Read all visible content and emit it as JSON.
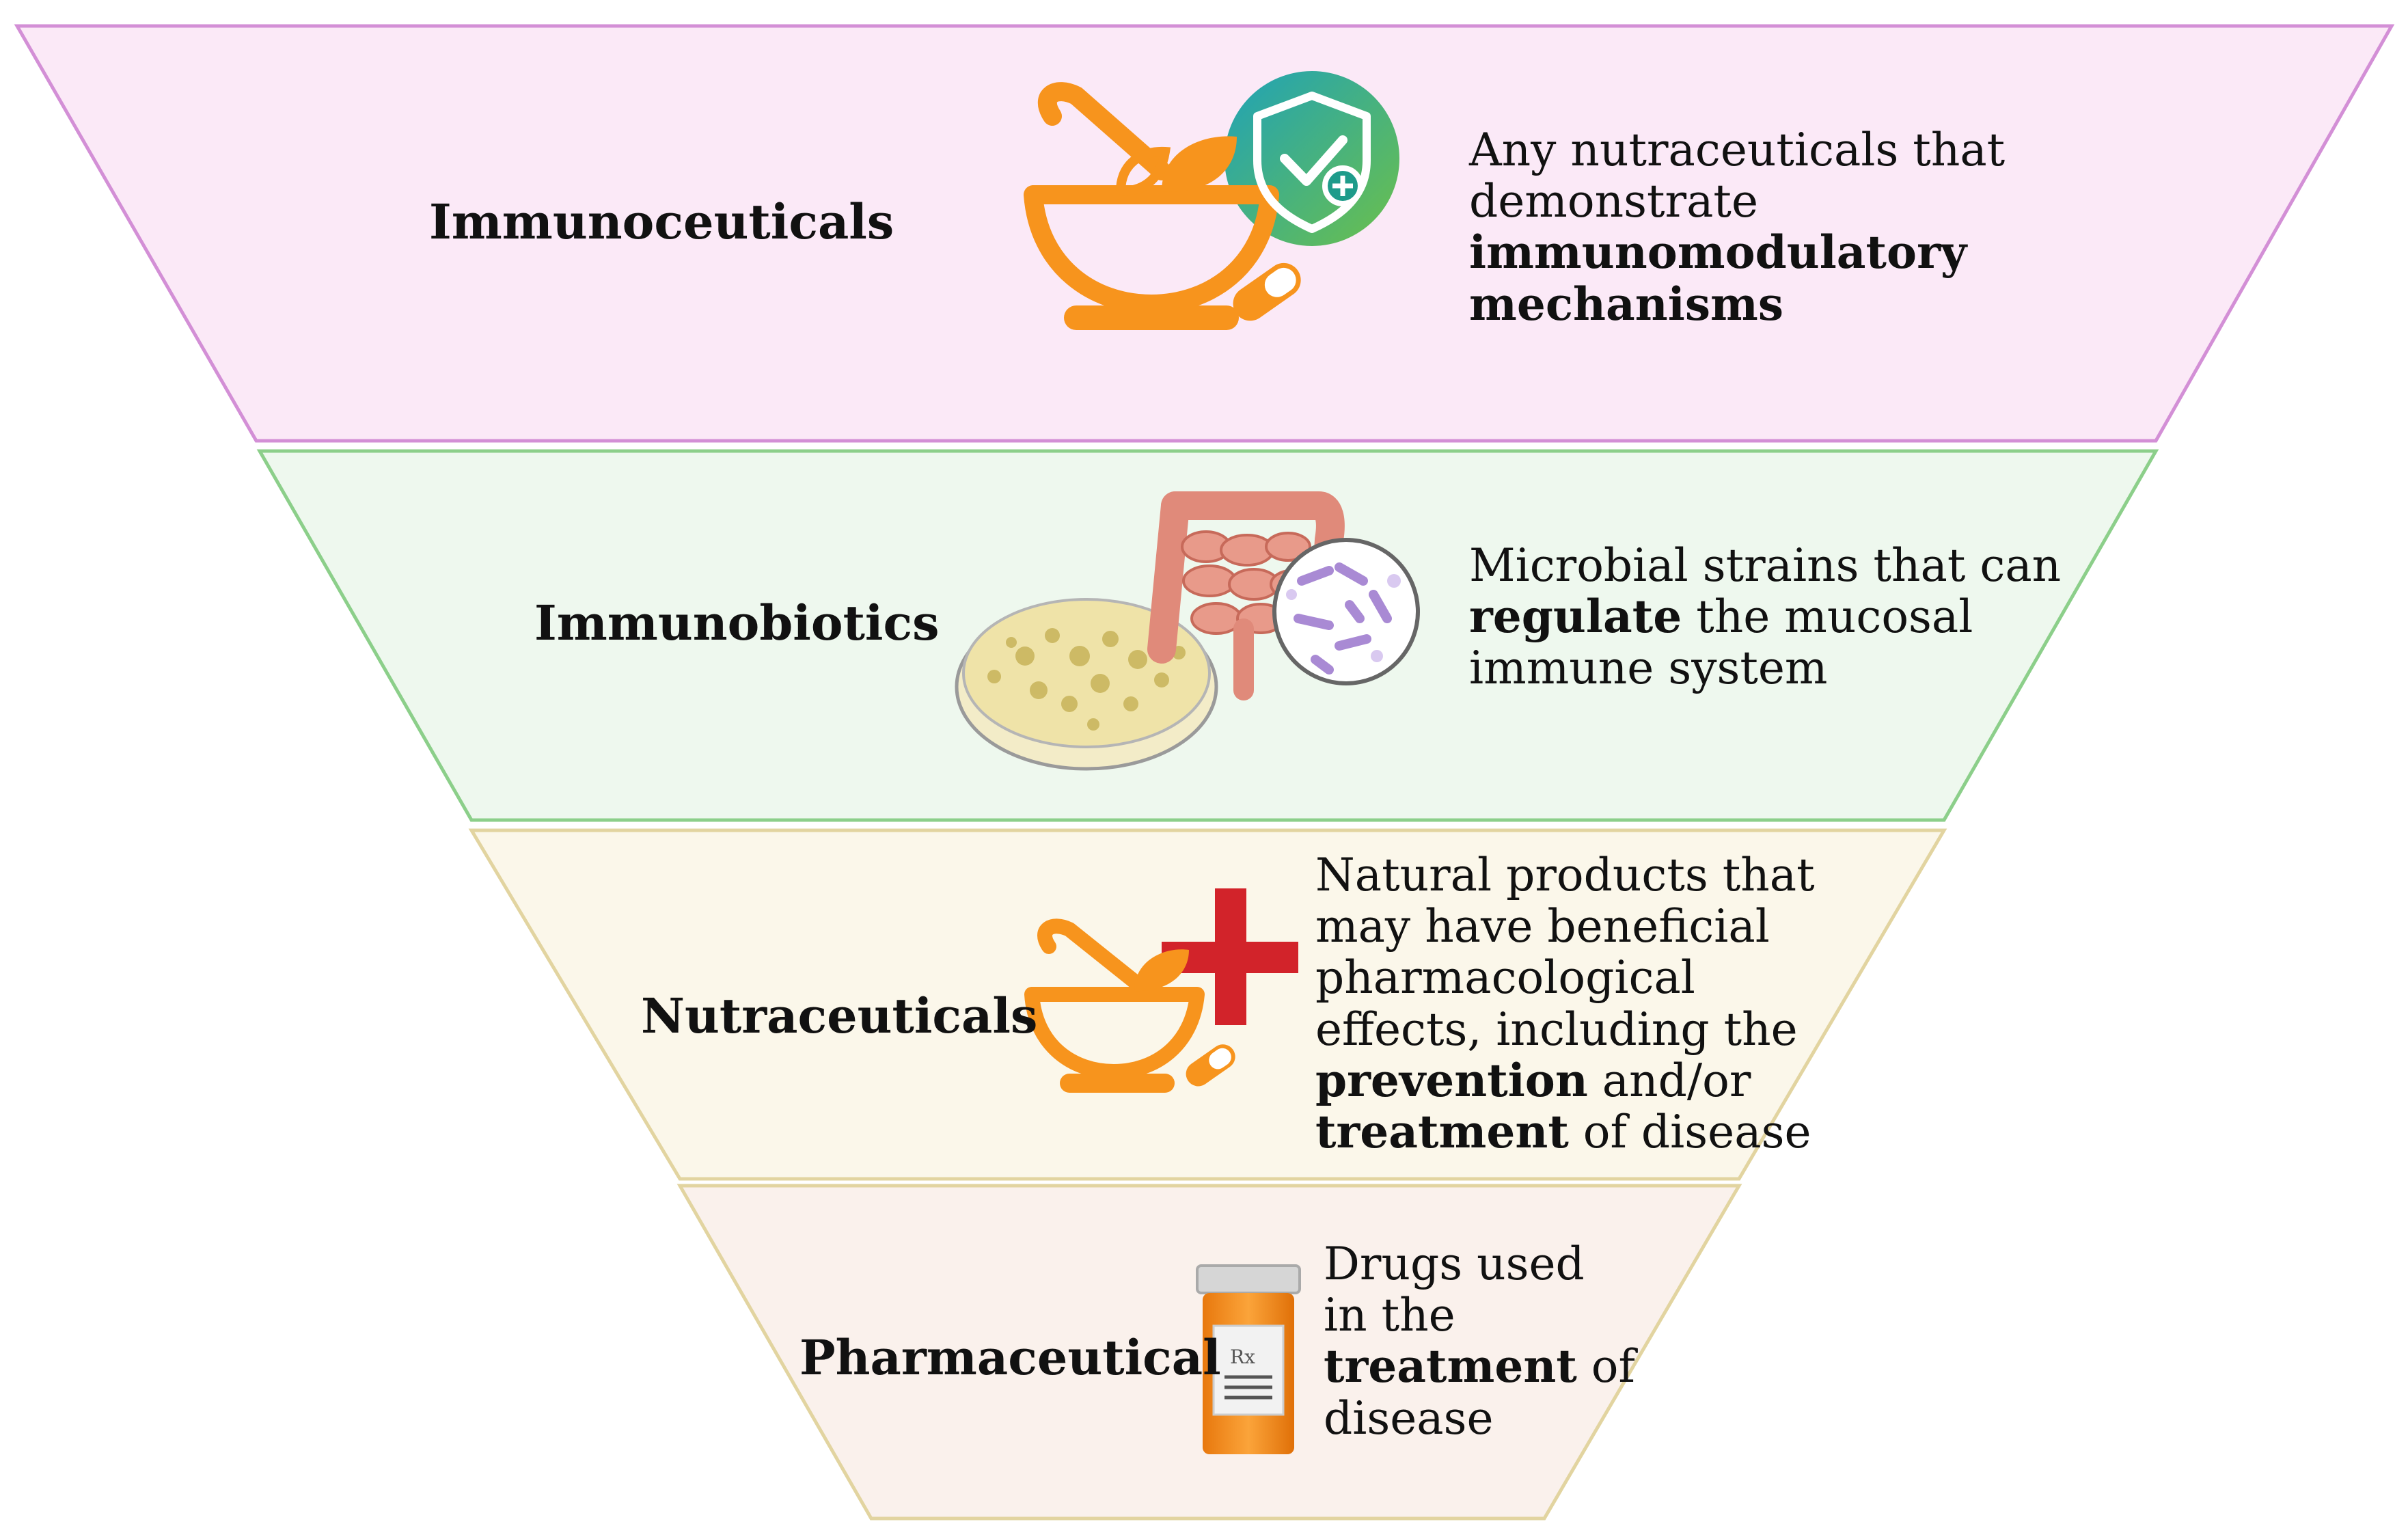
{
  "colors": {
    "tier1_fill": "#fbe9f7",
    "tier1_stroke": "#d38fd6",
    "tier2_fill": "#eef8ee",
    "tier2_stroke": "#8ccf8a",
    "tier3_fill": "#fbf7ea",
    "tier3_stroke": "#e2d4a0",
    "tier4_fill": "#faf1ec",
    "tier4_stroke": "#e2d4a0",
    "icon_orange": "#f7941d",
    "cross_red": "#d2232a"
  },
  "tiers": [
    {
      "label": "Immunoceuticals",
      "icon": "mortar-pestle-shield-icon",
      "description": [
        [
          {
            "text": "Any nutraceuticals that"
          }
        ],
        [
          {
            "text": "demonstrate"
          }
        ],
        [
          {
            "text": "immunomodulatory",
            "bold": true
          }
        ],
        [
          {
            "text": "mechanisms",
            "bold": true
          }
        ]
      ]
    },
    {
      "label": "Immunobiotics",
      "icon": "petri-dish-intestine-microbe-icon",
      "description": [
        [
          {
            "text": "Microbial strains that can"
          }
        ],
        [
          {
            "text": "regulate",
            "bold": true
          },
          {
            "text": " the mucosal"
          }
        ],
        [
          {
            "text": "immune system"
          }
        ]
      ]
    },
    {
      "label": "Nutraceuticals",
      "icon": "mortar-pestle-cross-icon",
      "description": [
        [
          {
            "text": "Natural products that"
          }
        ],
        [
          {
            "text": "may have beneficial"
          }
        ],
        [
          {
            "text": "pharmacological"
          }
        ],
        [
          {
            "text": "effects, including the"
          }
        ],
        [
          {
            "text": "prevention",
            "bold": true
          },
          {
            "text": " and/or"
          }
        ],
        [
          {
            "text": "treatment",
            "bold": true
          },
          {
            "text": " of disease"
          }
        ]
      ]
    },
    {
      "label": "Pharmaceutical",
      "icon": "pill-bottle-icon",
      "description": [
        [
          {
            "text": "Drugs used"
          }
        ],
        [
          {
            "text": "in the"
          }
        ],
        [
          {
            "text": "treatment",
            "bold": true
          },
          {
            "text": " of"
          }
        ],
        [
          {
            "text": "disease"
          }
        ]
      ],
      "bottle_label": "Rx"
    }
  ]
}
